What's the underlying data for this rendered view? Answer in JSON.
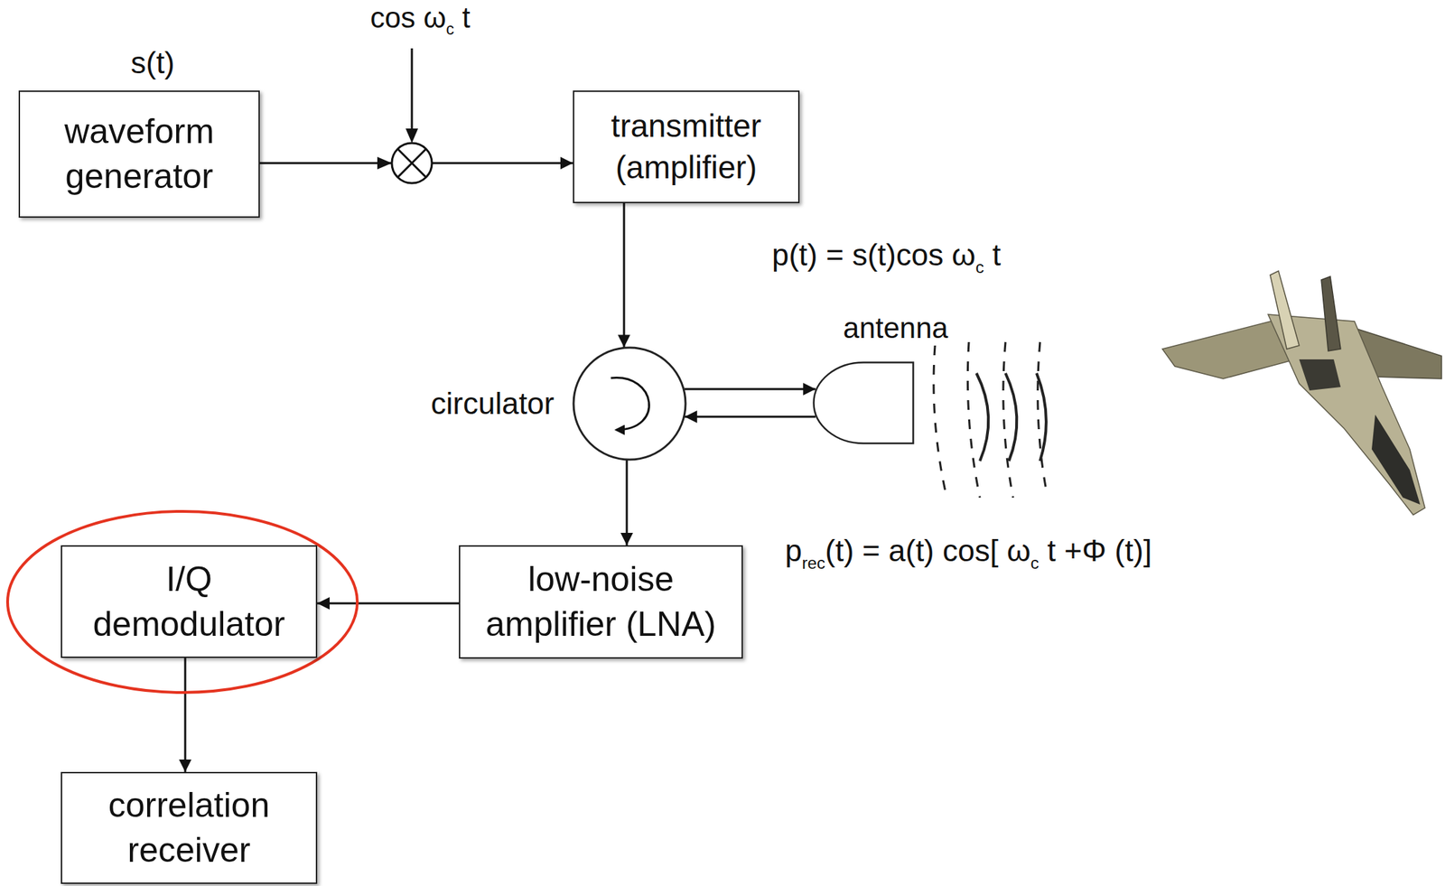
{
  "diagram": {
    "nodes": [
      {
        "text": [
          "waveform generator"
        ]
      },
      {
        "text": [
          "transmitter (amplifier)"
        ]
      },
      {
        "text": [
          "circulator"
        ]
      },
      {
        "text": [
          "antenna"
        ]
      },
      {
        "text": [
          "low-noise amplifier (LNA)"
        ]
      },
      {
        "text": [
          "I/Q demodulator"
        ]
      },
      {
        "text": [
          "correlation receiver"
        ]
      }
    ],
    "edges": [
      {
        "from": 0,
        "to": 1,
        "arrow": "to"
      },
      {
        "from": 1,
        "to": 2,
        "arrow": "to"
      },
      {
        "from": 2,
        "to": 3,
        "arrow": "to"
      },
      {
        "from": 3,
        "to": 2,
        "arrow": "to"
      },
      {
        "from": 2,
        "to": 4,
        "arrow": "to"
      },
      {
        "from": 4,
        "to": 5,
        "arrow": "to"
      },
      {
        "from": 5,
        "to": 6,
        "arrow": "to"
      }
    ],
    "labels": [
      "s(t)",
      "cos ωc t",
      "p(t) = s(t)cos ωc t",
      "prec(t) = a(t) cos[ ωc t +Φ (t)]"
    ]
  }
}
